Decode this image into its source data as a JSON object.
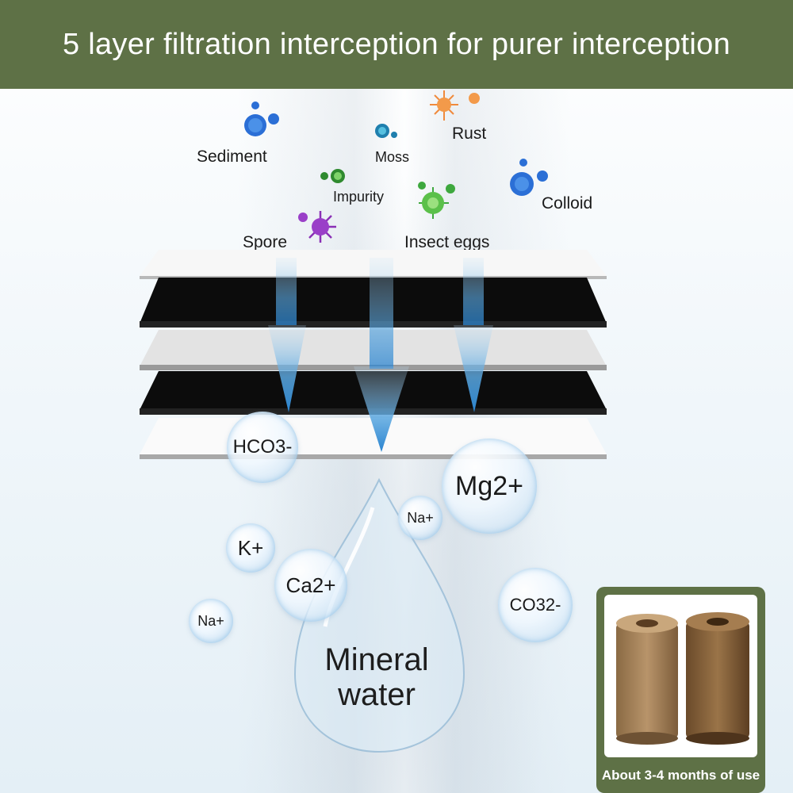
{
  "header": {
    "title": "5 layer filtration interception for purer interception"
  },
  "contaminants": {
    "sediment": "Sediment",
    "moss": "Moss",
    "rust": "Rust",
    "impurity": "Impurity",
    "colloid": "Colloid",
    "spore": "Spore",
    "insect_eggs": "Insect eggs"
  },
  "minerals": {
    "hco3": "HCO3-",
    "mg2": "Mg2+",
    "na_right": "Na+",
    "k": "K+",
    "ca2": "Ca2+",
    "na_left": "Na+",
    "co32": "CO32-"
  },
  "drop": {
    "line1": "Mineral",
    "line2": "water"
  },
  "inset": {
    "caption": "About 3-4 months of use"
  },
  "colors": {
    "header_bg": "#5e7146",
    "arrow_blue": "#3a8fd6",
    "layer_black": "#111111"
  }
}
